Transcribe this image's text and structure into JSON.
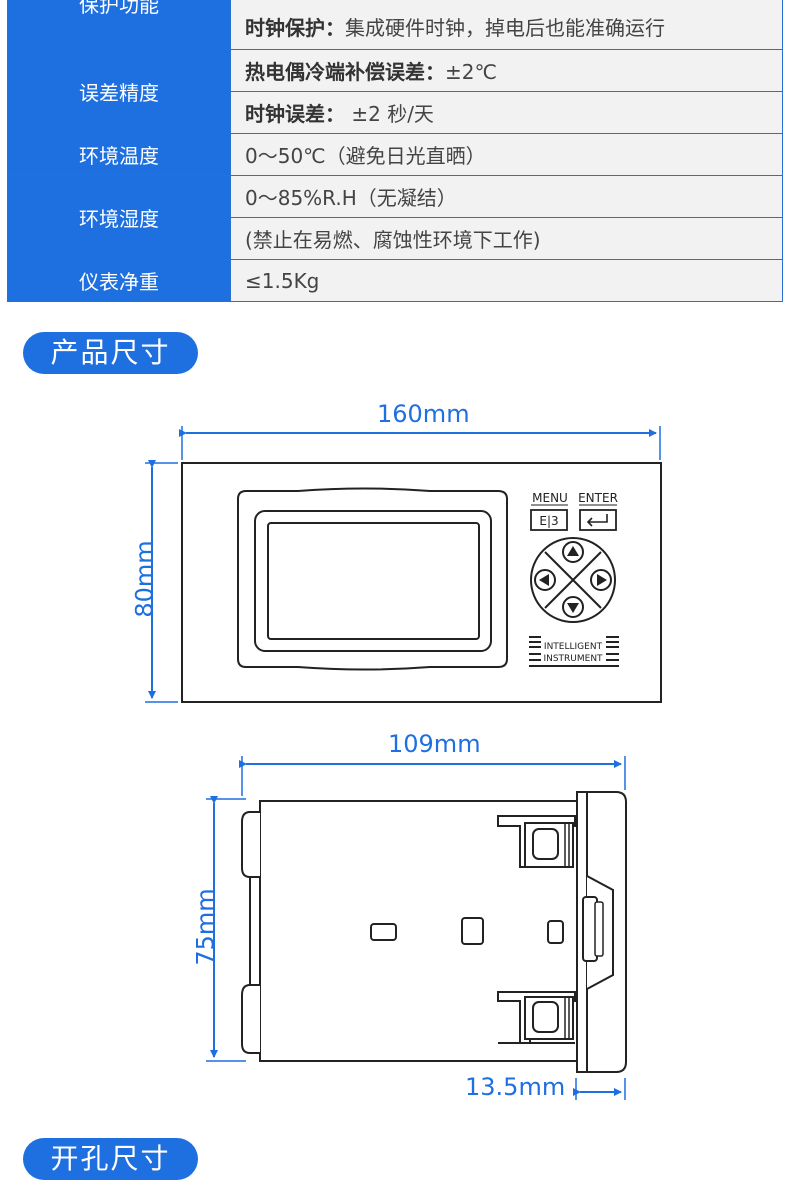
{
  "specs": {
    "protection": {
      "label": "保护功能",
      "rows": [
        {
          "key": "时钟保护：",
          "value": "集成硬件时钟，掉电后也能准确运行"
        }
      ]
    },
    "accuracy": {
      "label": "误差精度",
      "rows": [
        {
          "key": "热电偶冷端补偿误差：",
          "value": "±2℃"
        },
        {
          "key": "时钟误差：",
          "value": " ±2 秒/天"
        }
      ]
    },
    "ambient_temp": {
      "label": "环境温度",
      "value": "0～50℃（避免日光直晒）"
    },
    "ambient_humidity": {
      "label": "环境湿度",
      "value1": "0～85%R.H（无凝结）",
      "value2": "(禁止在易燃、腐蚀性环境下工作)"
    },
    "net_weight": {
      "label": "仪表净重",
      "value": "≤1.5Kg"
    }
  },
  "sections": {
    "product_size": "产品尺寸",
    "cutout_size": "开孔尺寸"
  },
  "front_view": {
    "width_label": "160mm",
    "height_label": "80mm",
    "menu_label": "MENU",
    "enter_label": "ENTER",
    "brand_line1": "INTELLIGENT",
    "brand_line2": "INSTRUMENT"
  },
  "side_view": {
    "width_label": "109mm",
    "height_label": "75mm",
    "depth_label": "13.5mm"
  },
  "colors": {
    "accent": "#1e6fe0",
    "line": "#222222"
  }
}
